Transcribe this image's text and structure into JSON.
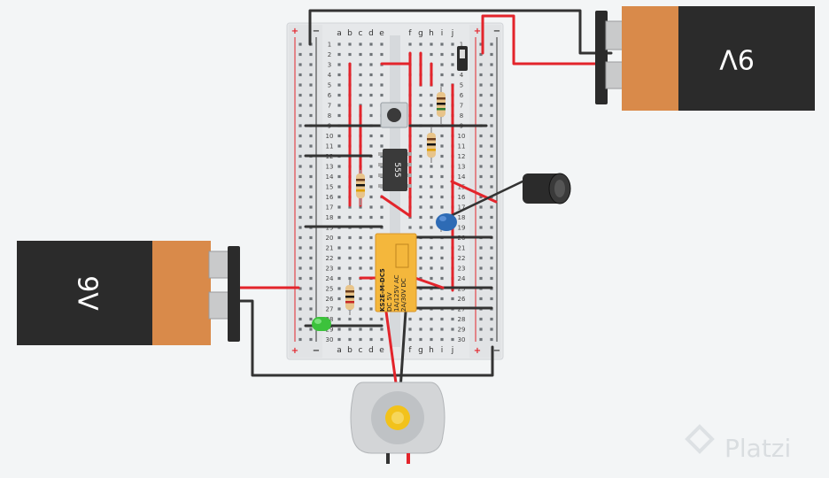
{
  "batteries": {
    "top_label": "9V",
    "left_label": "9V"
  },
  "breadboard": {
    "columns_left": [
      "a",
      "b",
      "c",
      "d",
      "e"
    ],
    "columns_right": [
      "f",
      "g",
      "h",
      "i",
      "j"
    ],
    "row_numbers": [
      "1",
      "2",
      "3",
      "4",
      "5",
      "6",
      "7",
      "8",
      "9",
      "10",
      "11",
      "12",
      "13",
      "14",
      "15",
      "16",
      "17",
      "18",
      "19",
      "20",
      "21",
      "22",
      "23",
      "24",
      "25",
      "26",
      "27",
      "28",
      "29",
      "30"
    ],
    "rail_plus": "+",
    "rail_minus": "−"
  },
  "timer_chip": {
    "label": "555"
  },
  "relay": {
    "line1": "KS2E-M-DC5",
    "line2": "DC 5V",
    "line3": "1A/125V AC",
    "line4": "2A/30V DC"
  },
  "watermark": {
    "text": "Platzi"
  },
  "colors": {
    "wire_red": "#e3242b",
    "wire_black": "#333333",
    "battery_body": "#2b2b2b",
    "battery_label": "#d98a4a",
    "relay_body": "#f4b73c",
    "led": "#3cc23c",
    "capacitor_ceramic": "#2e6bb5"
  }
}
